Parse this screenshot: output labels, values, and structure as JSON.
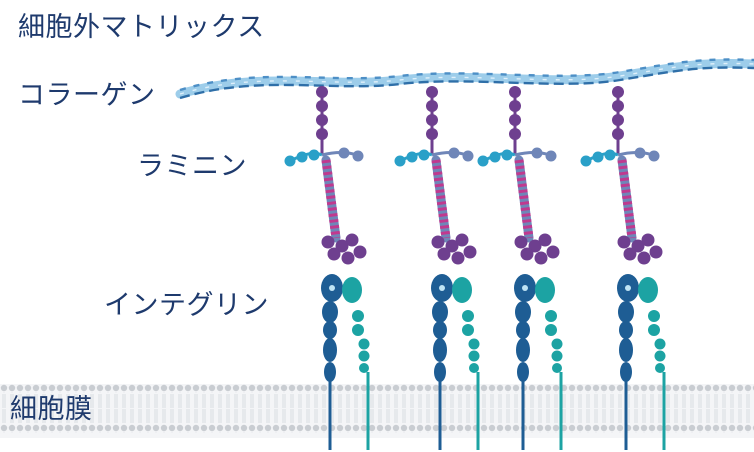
{
  "labels": {
    "ecm": "細胞外マトリックス",
    "collagen": "コラーゲン",
    "laminin": "ラミニン",
    "integrin": "インテグリン",
    "membrane": "細胞膜"
  },
  "colors": {
    "label_text": "#1e3a6d",
    "collagen_light": "#8cc4e6",
    "collagen_dark": "#2f6fa8",
    "laminin_purple": "#6e3f8f",
    "laminin_cyan": "#2aa0c8",
    "laminin_slate": "#6f86b8",
    "coil_magenta": "#c0398f",
    "integrin_alpha": "#1e5d94",
    "integrin_beta": "#1ca3a3",
    "membrane_heads": "#c9cdd2",
    "membrane_tails": "#e6e8eb"
  },
  "counts": {
    "laminin_units": 4
  }
}
